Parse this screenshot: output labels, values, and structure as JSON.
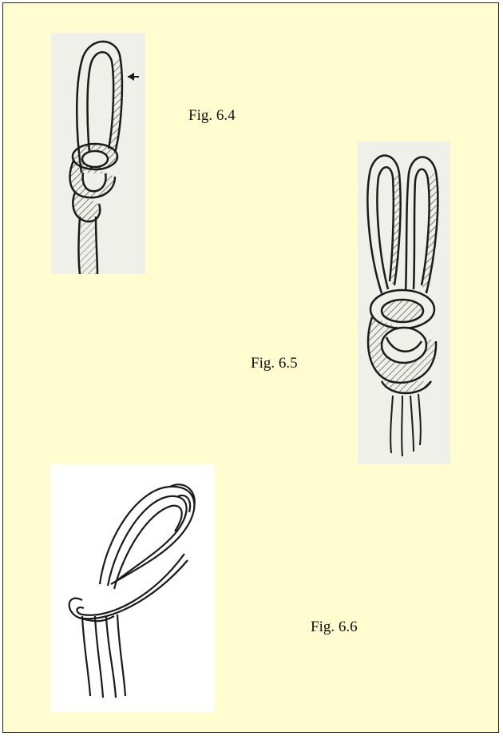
{
  "figures": [
    {
      "caption": "Fig. 6.4",
      "icon": "loop-knot-with-arrow-illustration"
    },
    {
      "caption": "Fig. 6.5",
      "icon": "double-loop-knot-illustration"
    },
    {
      "caption": "Fig. 6.6",
      "icon": "overhand-loop-knot-illustration"
    }
  ],
  "colors": {
    "page_background": "#fffccf",
    "figure_background": "#f0f0ea",
    "ink": "#1a1a1a"
  }
}
